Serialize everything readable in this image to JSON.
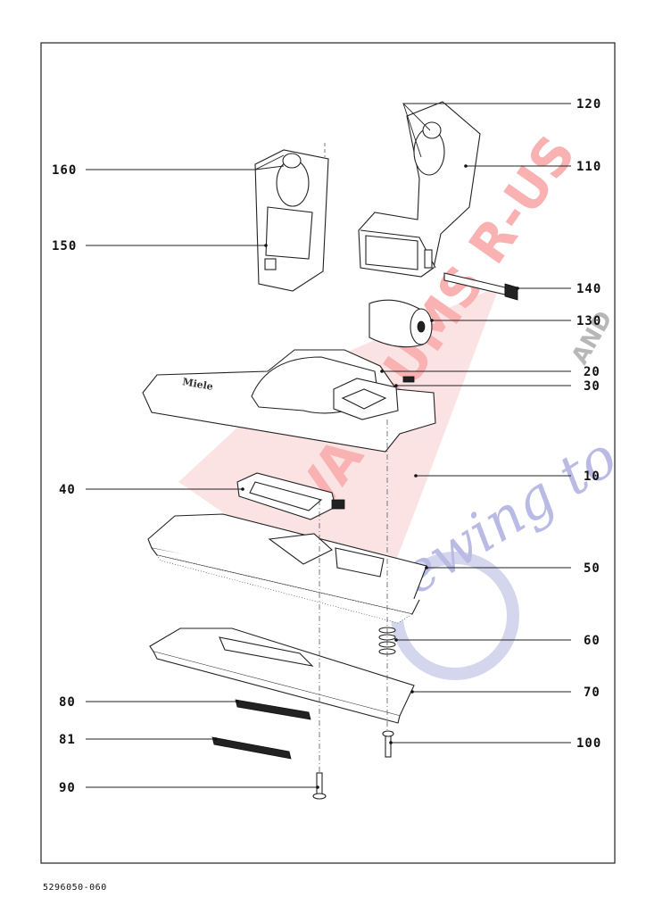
{
  "document_number": "5296050-060",
  "logo_text": "Miele",
  "watermark": {
    "line1": "VACUUMS R-US",
    "line2": "AND",
    "line3": "Sewing to"
  },
  "callouts": {
    "c10": "10",
    "c20": "20",
    "c30": "30",
    "c40": "40",
    "c50": "50",
    "c60": "60",
    "c70": "70",
    "c80": "80",
    "c81": "81",
    "c90": "90",
    "c100": "100",
    "c110": "110",
    "c120": "120",
    "c130": "130",
    "c140": "140",
    "c150": "150",
    "c160": "160"
  }
}
